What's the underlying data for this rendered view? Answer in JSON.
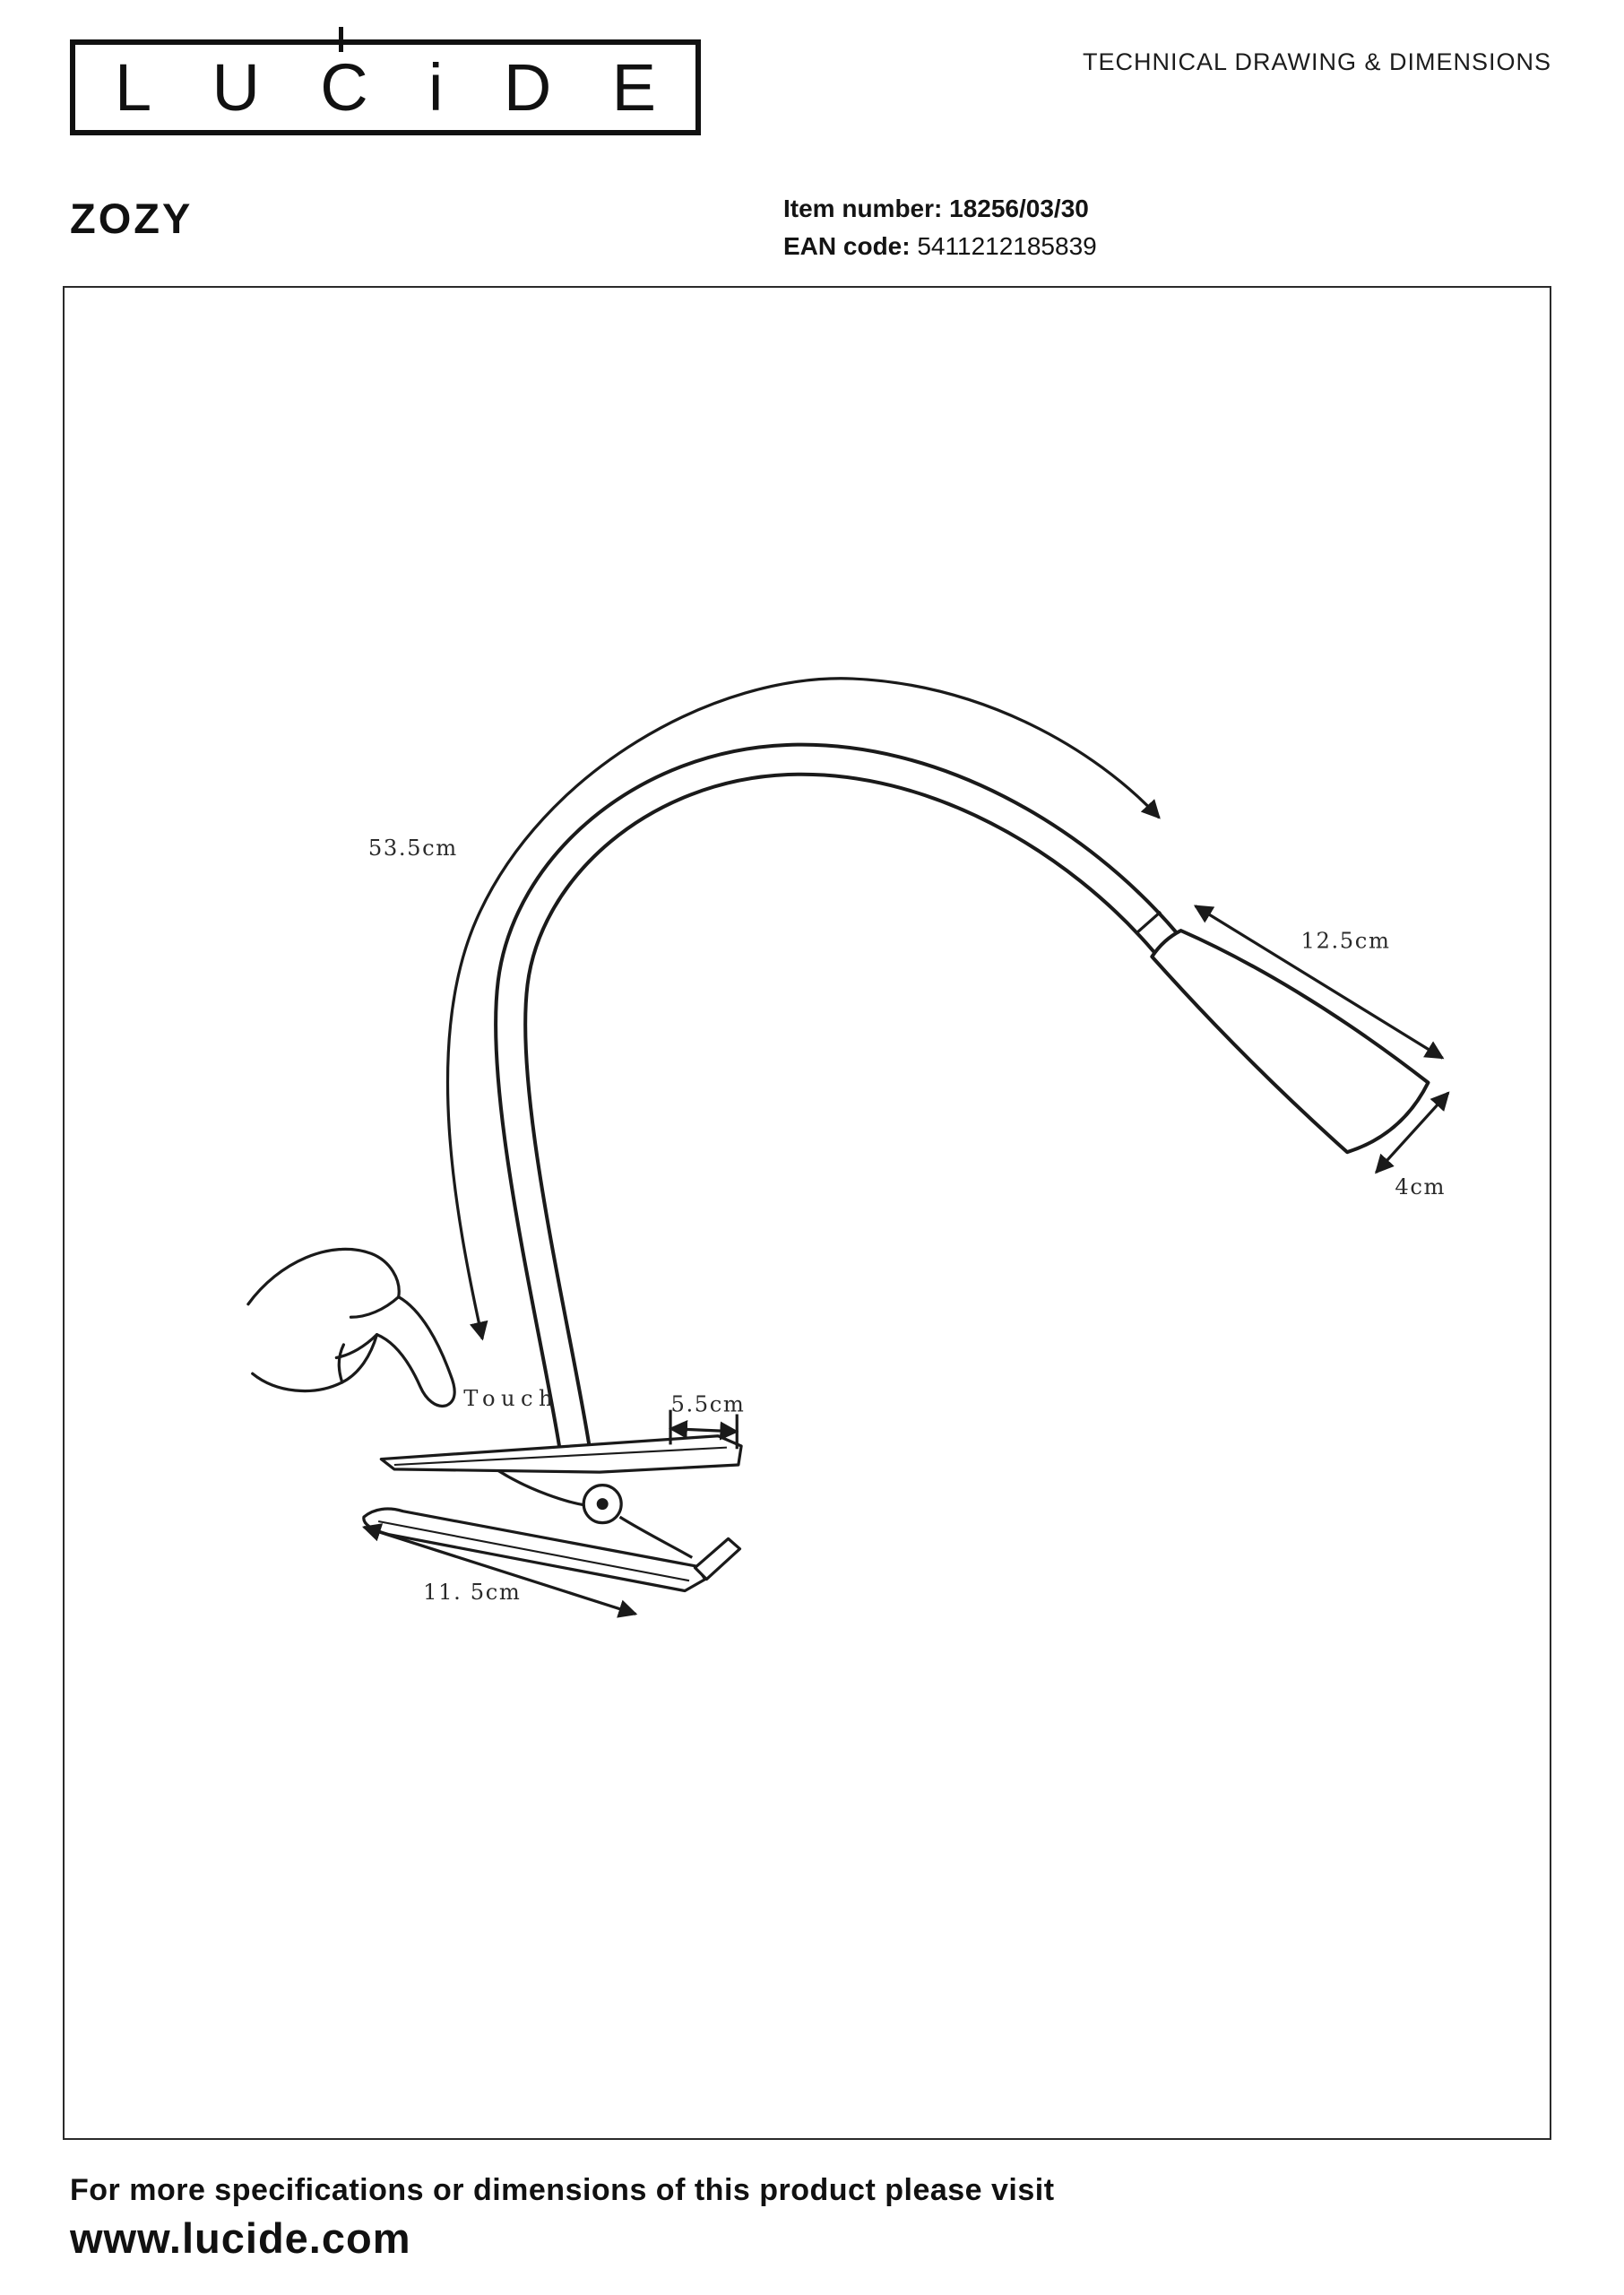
{
  "header": {
    "logo_letters": [
      "L",
      "U",
      "C",
      "i",
      "D",
      "E"
    ],
    "doc_title": "TECHNICAL DRAWING & DIMENSIONS"
  },
  "product": {
    "name": "ZOZY",
    "item_label": "Item number:",
    "item_value": "18256/03/30",
    "ean_label": "EAN code:",
    "ean_value": "5411212185839"
  },
  "drawing": {
    "dim_arm": "53.5cm",
    "dim_head_len": "12.5cm",
    "dim_head_w": "4cm",
    "dim_clip_top": "5.5cm",
    "dim_clip_len": "11. 5cm",
    "touch": "Touch"
  },
  "footer": {
    "line1": "For more specifications or dimensions of this product please visit",
    "url": "www.lucide.com"
  }
}
